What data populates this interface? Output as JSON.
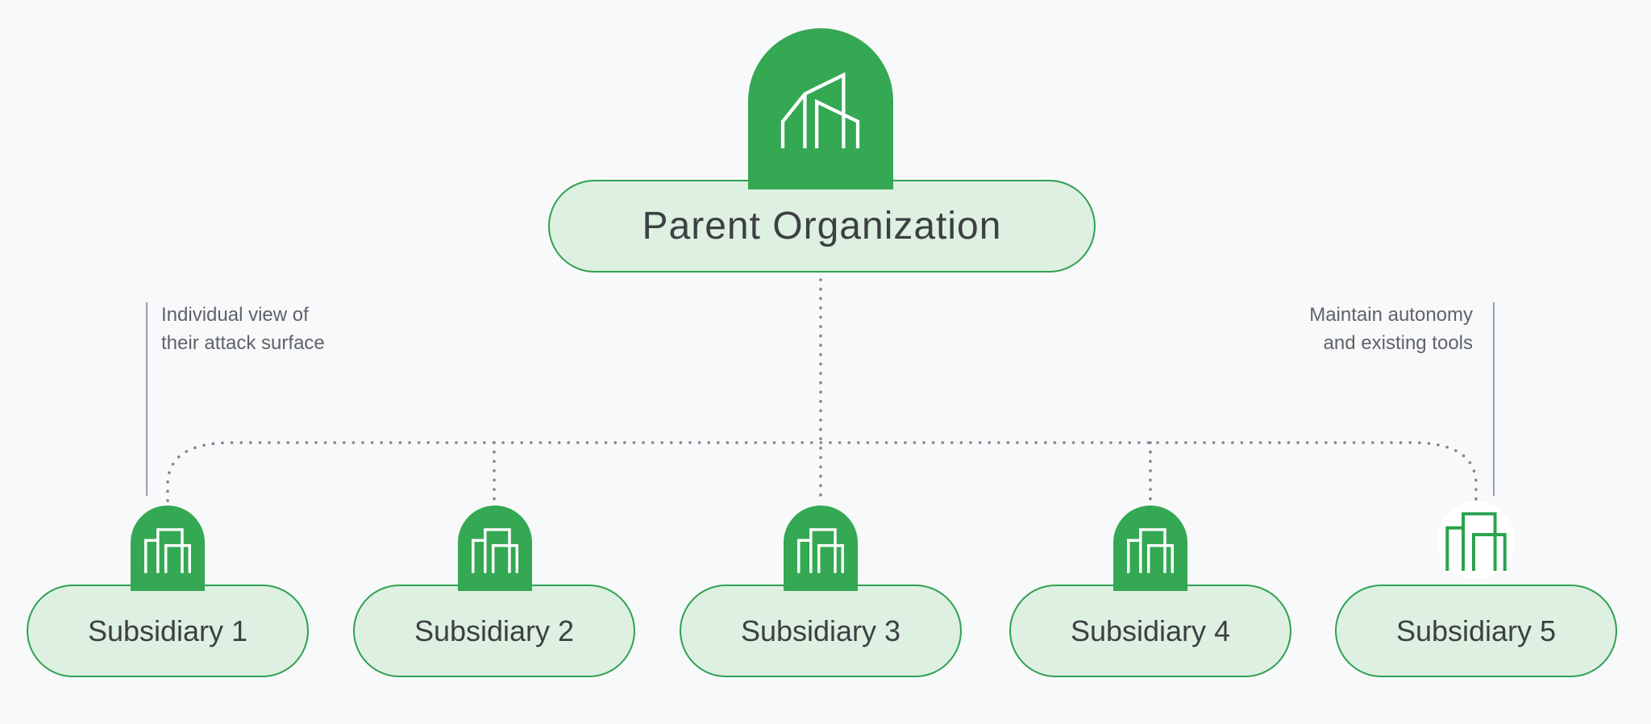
{
  "colors": {
    "background": "#f8f9fa",
    "green": "#34a853",
    "green_outline": "#28a24c",
    "pill_fill": "#def0e1",
    "pill_border": "#2fa152",
    "label_text": "#3c4043",
    "annotation_text": "#5f6368",
    "annotation_line": "#9aa0a6",
    "dotted_line": "#82868b",
    "icon_stroke": "#ffffff"
  },
  "parent": {
    "label": "Parent Organization",
    "icon": "skyline-buildings-icon"
  },
  "subsidiaries": [
    {
      "label": "Subsidiary 1",
      "icon": "city-buildings-icon",
      "badge": "solid-green"
    },
    {
      "label": "Subsidiary 2",
      "icon": "city-buildings-icon",
      "badge": "solid-green"
    },
    {
      "label": "Subsidiary 3",
      "icon": "city-buildings-icon",
      "badge": "solid-green"
    },
    {
      "label": "Subsidiary 4",
      "icon": "city-buildings-icon",
      "badge": "solid-green"
    },
    {
      "label": "Subsidiary 5",
      "icon": "city-buildings-icon",
      "badge": "green-outline-on-white"
    }
  ],
  "annotations": {
    "left": {
      "lines": [
        "Individual view of",
        "their attack surface"
      ]
    },
    "right": {
      "lines": [
        "Maintain autonomy",
        "and existing tools"
      ]
    }
  }
}
